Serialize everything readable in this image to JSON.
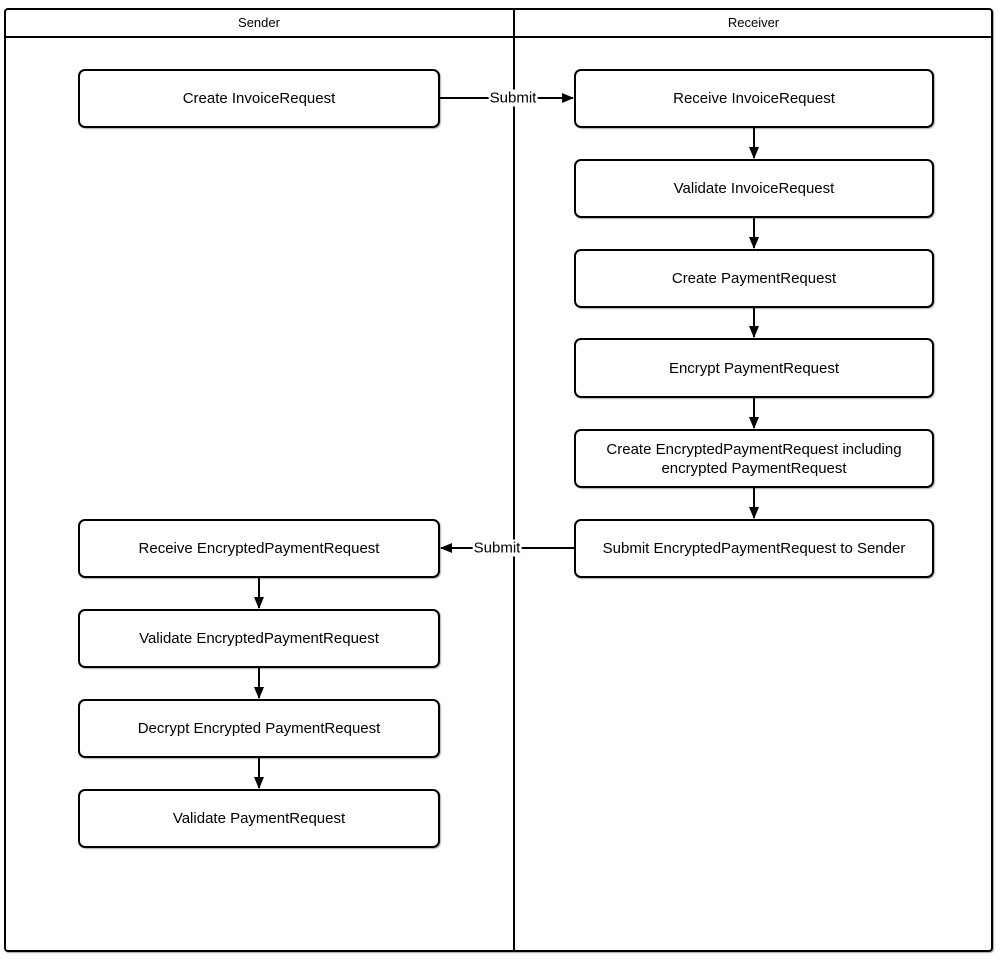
{
  "diagram": {
    "type": "swimlane-flowchart",
    "lanes": [
      {
        "title": "Sender"
      },
      {
        "title": "Receiver"
      }
    ],
    "nodes": {
      "create_invoice_request": {
        "label": "Create InvoiceRequest",
        "lane": "Sender"
      },
      "receive_invoice_request": {
        "label": "Receive InvoiceRequest",
        "lane": "Receiver"
      },
      "validate_invoice_request": {
        "label": "Validate InvoiceRequest",
        "lane": "Receiver"
      },
      "create_payment_request": {
        "label": "Create PaymentRequest",
        "lane": "Receiver"
      },
      "encrypt_payment_request": {
        "label": "Encrypt PaymentRequest",
        "lane": "Receiver"
      },
      "create_encrypted_payment_request": {
        "label": "Create EncryptedPaymentRequest including encrypted PaymentRequest",
        "lane": "Receiver"
      },
      "submit_encrypted_payment_request": {
        "label": "Submit EncryptedPaymentRequest to Sender",
        "lane": "Receiver"
      },
      "receive_encrypted_payment_request": {
        "label": "Receive EncryptedPaymentRequest",
        "lane": "Sender"
      },
      "validate_encrypted_payment_request": {
        "label": "Validate EncryptedPaymentRequest",
        "lane": "Sender"
      },
      "decrypt_encrypted_payment_request": {
        "label": "Decrypt Encrypted PaymentRequest",
        "lane": "Sender"
      },
      "validate_payment_request": {
        "label": "Validate PaymentRequest",
        "lane": "Sender"
      }
    },
    "edge_labels": {
      "invoice_submit": "Submit",
      "payment_submit": "Submit"
    },
    "edges": [
      {
        "from": "Create InvoiceRequest",
        "to": "Receive InvoiceRequest",
        "label": "Submit"
      },
      {
        "from": "Receive InvoiceRequest",
        "to": "Validate InvoiceRequest",
        "label": ""
      },
      {
        "from": "Validate InvoiceRequest",
        "to": "Create PaymentRequest",
        "label": ""
      },
      {
        "from": "Create PaymentRequest",
        "to": "Encrypt PaymentRequest",
        "label": ""
      },
      {
        "from": "Encrypt PaymentRequest",
        "to": "Create EncryptedPaymentRequest including encrypted PaymentRequest",
        "label": ""
      },
      {
        "from": "Create EncryptedPaymentRequest including encrypted PaymentRequest",
        "to": "Submit EncryptedPaymentRequest to Sender",
        "label": ""
      },
      {
        "from": "Submit EncryptedPaymentRequest to Sender",
        "to": "Receive EncryptedPaymentRequest",
        "label": "Submit"
      },
      {
        "from": "Receive EncryptedPaymentRequest",
        "to": "Validate EncryptedPaymentRequest",
        "label": ""
      },
      {
        "from": "Validate EncryptedPaymentRequest",
        "to": "Decrypt Encrypted PaymentRequest",
        "label": ""
      },
      {
        "from": "Decrypt Encrypted PaymentRequest",
        "to": "Validate PaymentRequest",
        "label": ""
      }
    ],
    "colors": {
      "stroke": "#000000",
      "fill": "#ffffff",
      "text": "#000000"
    }
  }
}
